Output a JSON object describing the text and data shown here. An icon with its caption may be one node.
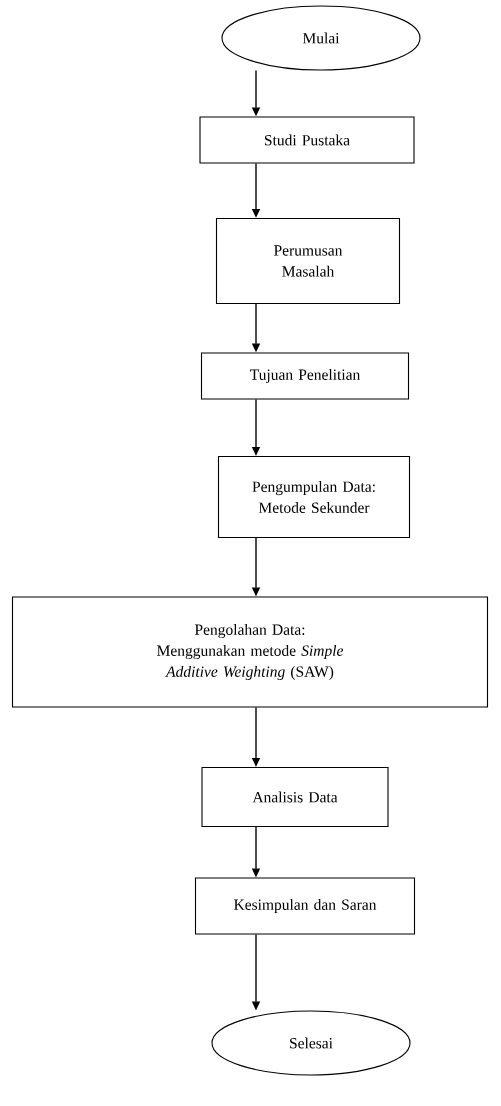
{
  "diagram": {
    "nodes": [
      {
        "text": [
          "Mulai"
        ]
      },
      {
        "text": [
          "Studi Pustaka"
        ]
      },
      {
        "text": [
          "Perumusan Masalah"
        ]
      },
      {
        "text": [
          "Tujuan Penelitian"
        ]
      },
      {
        "text": [
          "Pengumpulan Data:",
          "Metode Sekunder"
        ]
      },
      {
        "text": [
          "Pengolahan Data:",
          "Menggunakan metode *Simple Additive Weighting* (SAW)"
        ]
      },
      {
        "text": [
          "Analisis Data"
        ]
      },
      {
        "text": [
          "Kesimpulan dan Saran"
        ]
      },
      {
        "text": [
          "Selesai"
        ]
      }
    ],
    "edges": [
      {
        "from": 0,
        "to": 1,
        "arrow": "to"
      },
      {
        "from": 1,
        "to": 2,
        "arrow": "to"
      },
      {
        "from": 2,
        "to": 3,
        "arrow": "to"
      },
      {
        "from": 3,
        "to": 4,
        "arrow": "to"
      },
      {
        "from": 4,
        "to": 5,
        "arrow": "to"
      },
      {
        "from": 5,
        "to": 6,
        "arrow": "to"
      },
      {
        "from": 6,
        "to": 7,
        "arrow": "to"
      },
      {
        "from": 7,
        "to": 8,
        "arrow": "to"
      }
    ]
  }
}
